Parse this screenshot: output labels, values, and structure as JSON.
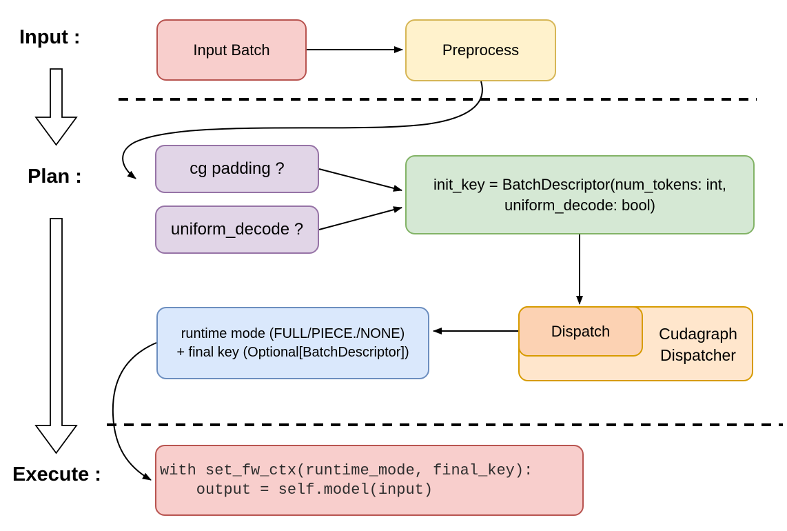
{
  "colors": {
    "canvas_bg": "#ffffff",
    "red_fill": "#f8cecc",
    "red_stroke": "#b85450",
    "yellow_fill": "#fff2cc",
    "yellow_stroke": "#d6b656",
    "purple_fill": "#e1d5e7",
    "purple_stroke": "#9673a6",
    "green_fill": "#d5e8d4",
    "green_stroke": "#82b366",
    "blue_fill": "#dae8fc",
    "blue_stroke": "#6c8ebf",
    "orange_fill": "#ffe6cc",
    "orange_stroke": "#d79b00",
    "peach_fill": "#fcd2b3",
    "edge_color": "#000000"
  },
  "stages": {
    "input_label": "Input :",
    "plan_label": "Plan :",
    "execute_label": "Execute :"
  },
  "nodes": {
    "input_batch": {
      "label": "Input Batch"
    },
    "preprocess": {
      "label": "Preprocess"
    },
    "cg_padding": {
      "label": "cg padding ?"
    },
    "uniform_decode": {
      "label": "uniform_decode ?"
    },
    "init_key": {
      "line1": "init_key = BatchDescriptor(num_tokens: int,",
      "line2": "uniform_decode: bool)"
    },
    "runtime_mode": {
      "line1": "runtime mode (FULL/PIECE./NONE)",
      "line2": "+ final key (Optional[BatchDescriptor])"
    },
    "dispatch": {
      "label": "Dispatch"
    },
    "cudagraph_dispatcher": {
      "line1": "Cudagraph",
      "line2": "Dispatcher"
    },
    "execute_code": {
      "line1": "with set_fw_ctx(runtime_mode, final_key):",
      "line2": "    output = self.model(input)"
    }
  }
}
